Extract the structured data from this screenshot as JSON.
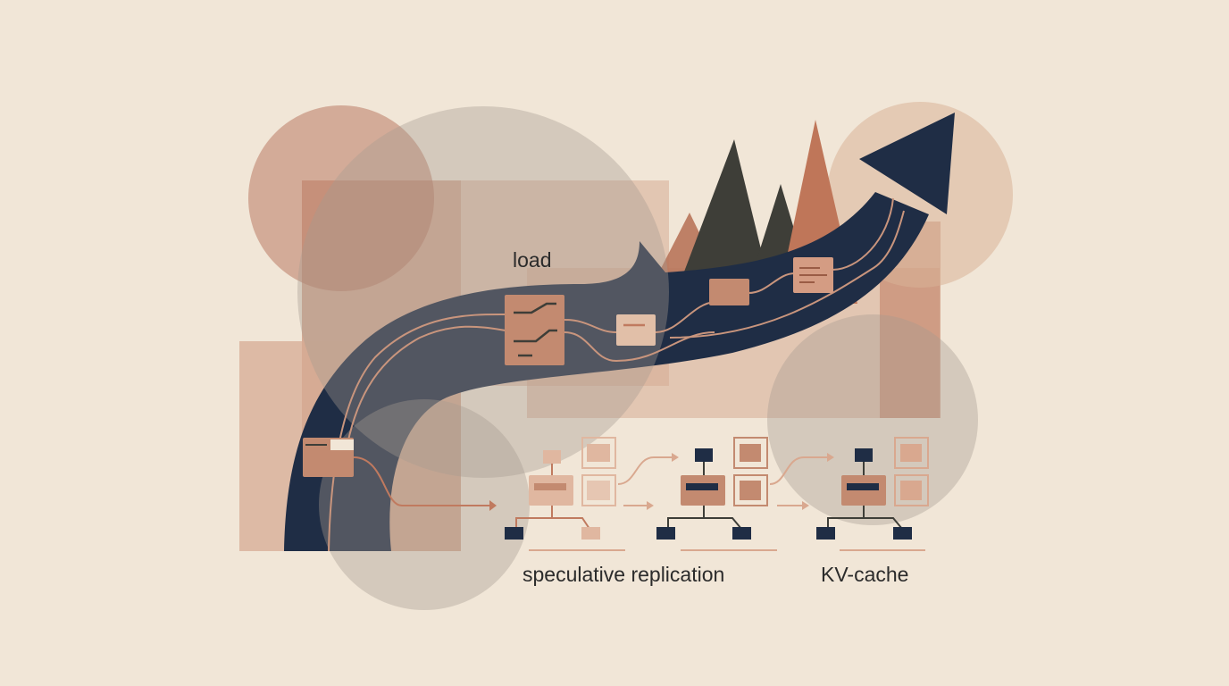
{
  "labels": {
    "load": "load",
    "replication": "speculative replication",
    "kv_cache": "KV-cache"
  },
  "colors": {
    "background": "#f1e6d7",
    "terracotta": "#c07a5f",
    "navy": "#1f2d45",
    "charcoal": "#3e3e38",
    "blush": "#d6ab94",
    "grey": "#9b948b",
    "line": "#c9957d"
  },
  "icons": [
    "module-block",
    "node-tree",
    "arrow-up",
    "folder-icon"
  ]
}
